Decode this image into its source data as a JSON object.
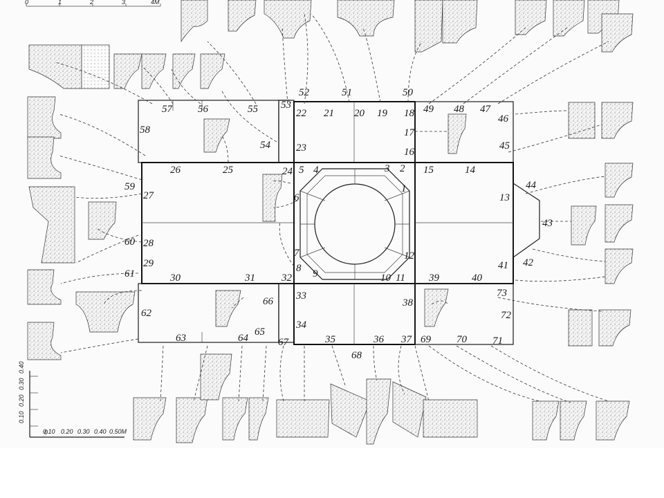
{
  "scale_bars": {
    "main": {
      "ticks": [
        "0",
        "1",
        "2",
        "3",
        "4M"
      ]
    },
    "detail": {
      "h_ticks": [
        "0",
        "0.10",
        "0.20",
        "0.30",
        "0.40",
        "0.50M"
      ],
      "v_ticks": [
        "0.10",
        "0.20",
        "0.30",
        "0.40"
      ]
    }
  },
  "labels": [
    "1",
    "2",
    "3",
    "4",
    "5",
    "6",
    "7",
    "8",
    "9",
    "10",
    "11",
    "12",
    "13",
    "14",
    "15",
    "16",
    "17",
    "18",
    "19",
    "20",
    "21",
    "22",
    "23",
    "24",
    "25",
    "26",
    "27",
    "28",
    "29",
    "30",
    "31",
    "32",
    "33",
    "34",
    "35",
    "36",
    "37",
    "38",
    "39",
    "40",
    "41",
    "42",
    "43",
    "44",
    "45",
    "46",
    "47",
    "48",
    "49",
    "50",
    "51",
    "52",
    "53",
    "54",
    "55",
    "56",
    "57",
    "58",
    "59",
    "60",
    "61",
    "62",
    "63",
    "64",
    "65",
    "66",
    "67",
    "68",
    "69",
    "70",
    "71",
    "72",
    "73"
  ]
}
